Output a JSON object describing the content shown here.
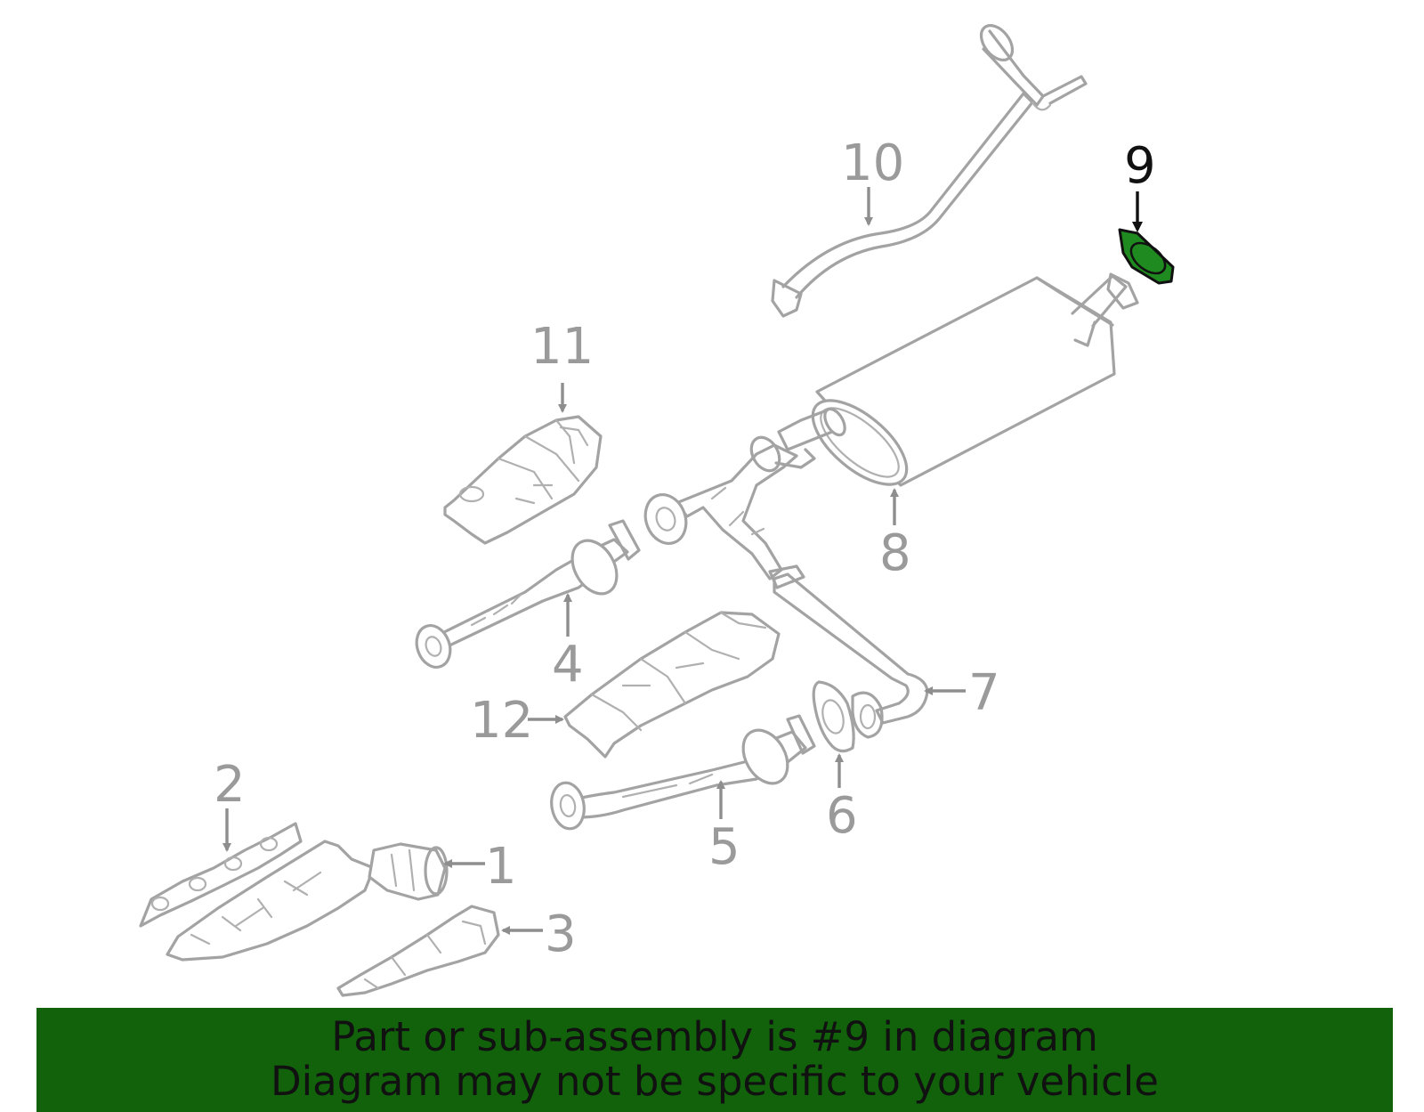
{
  "highlight_color": "#1f8a1f",
  "banner_color": "#11620b",
  "callouts": [
    "1",
    "2",
    "3",
    "4",
    "5",
    "6",
    "7",
    "8",
    "9",
    "10",
    "11",
    "12"
  ],
  "highlighted_callout": "9",
  "banner": {
    "line1": "Part or sub-assembly is #9 in diagram",
    "line2": "Diagram may not be specific to your vehicle"
  }
}
